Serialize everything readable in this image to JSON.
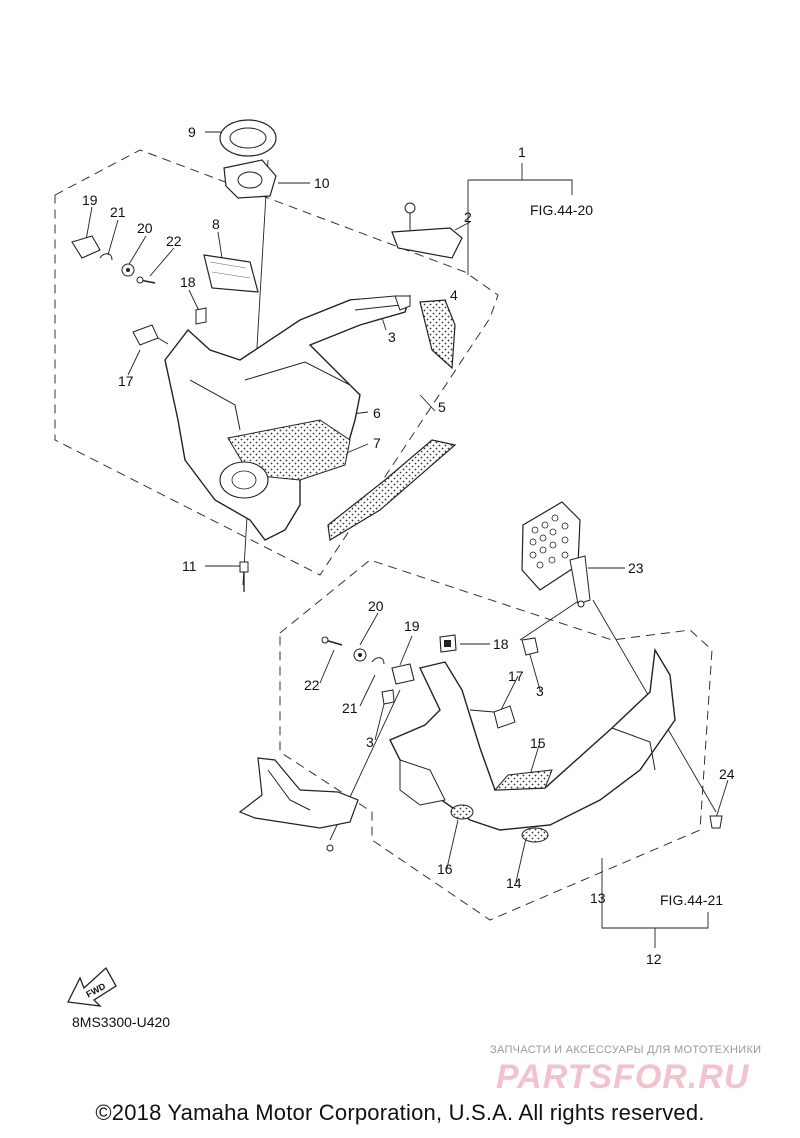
{
  "callouts": {
    "c1": "1",
    "c2": "2",
    "c3a": "3",
    "c4": "4",
    "c5": "5",
    "c6": "6",
    "c7": "7",
    "c8": "8",
    "c9": "9",
    "c10": "10",
    "c11": "11",
    "c12": "12",
    "c13": "13",
    "c14": "14",
    "c15": "15",
    "c16": "16",
    "c17a": "17",
    "c18a": "18",
    "c19a": "19",
    "c20a": "20",
    "c21a": "21",
    "c22a": "22",
    "c23": "23",
    "c24": "24",
    "c17b": "17",
    "c18b": "18",
    "c19b": "19",
    "c20b": "20",
    "c21b": "21",
    "c22b": "22",
    "c3b": "3",
    "c3c": "3"
  },
  "fig_refs": {
    "top": "FIG.44-20",
    "bottom": "FIG.44-21"
  },
  "fwd_label": "FWD",
  "diagram_code": "8MS3300-U420",
  "watermark": {
    "tagline": "ЗАПЧАСТИ И АКСЕССУАРЫ ДЛЯ МОТОТЕХНИКИ",
    "logo": "PARTSFOR.RU"
  },
  "copyright": "©2018 Yamaha Motor Corporation, U.S.A. All rights reserved."
}
